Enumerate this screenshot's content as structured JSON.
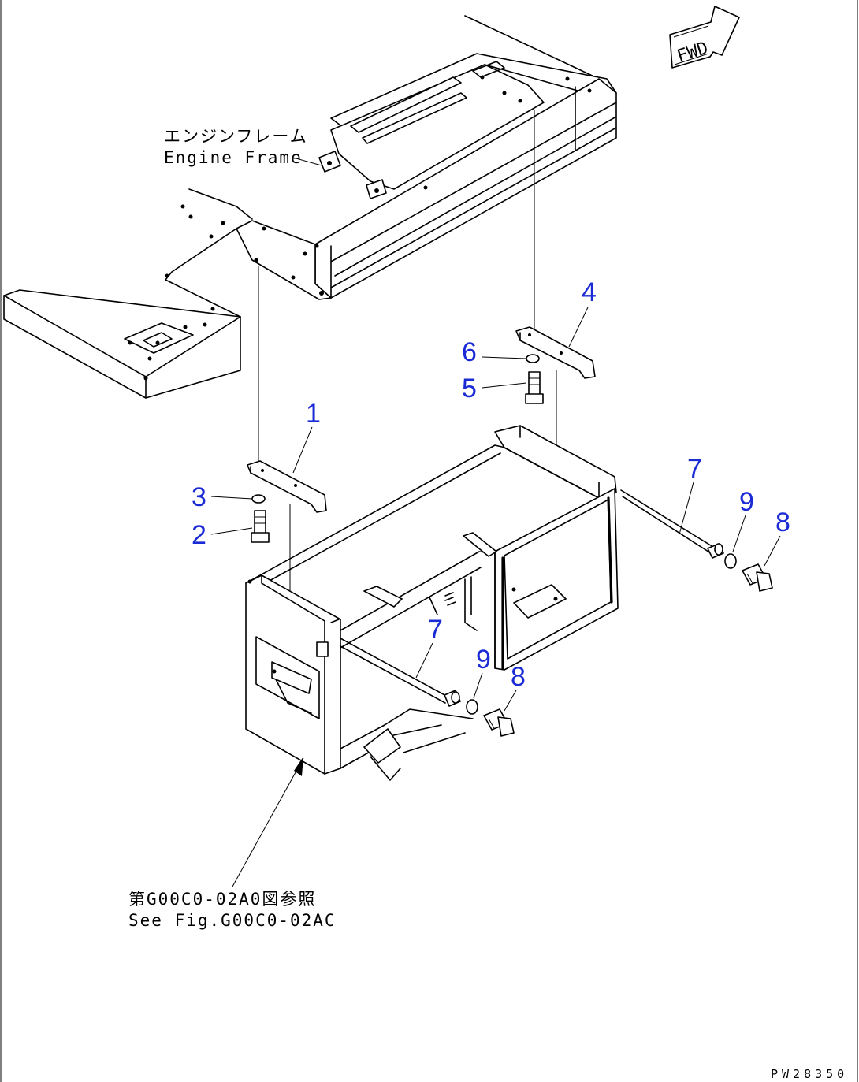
{
  "labels": {
    "engine_frame_jp": "エンジンフレーム",
    "engine_frame_en": "Engine Frame",
    "reference_jp": "第G00C0-02A0図参照",
    "reference_en": "See Fig.G00C0-02AC",
    "fwd": "FWD",
    "drawing_no": "PW28350"
  },
  "callouts": [
    "1",
    "2",
    "3",
    "4",
    "5",
    "6",
    "7",
    "7",
    "8",
    "8",
    "9",
    "9"
  ],
  "colors": {
    "callout": "#1a2bd6",
    "line": "#000000",
    "background": "#ffffff"
  }
}
